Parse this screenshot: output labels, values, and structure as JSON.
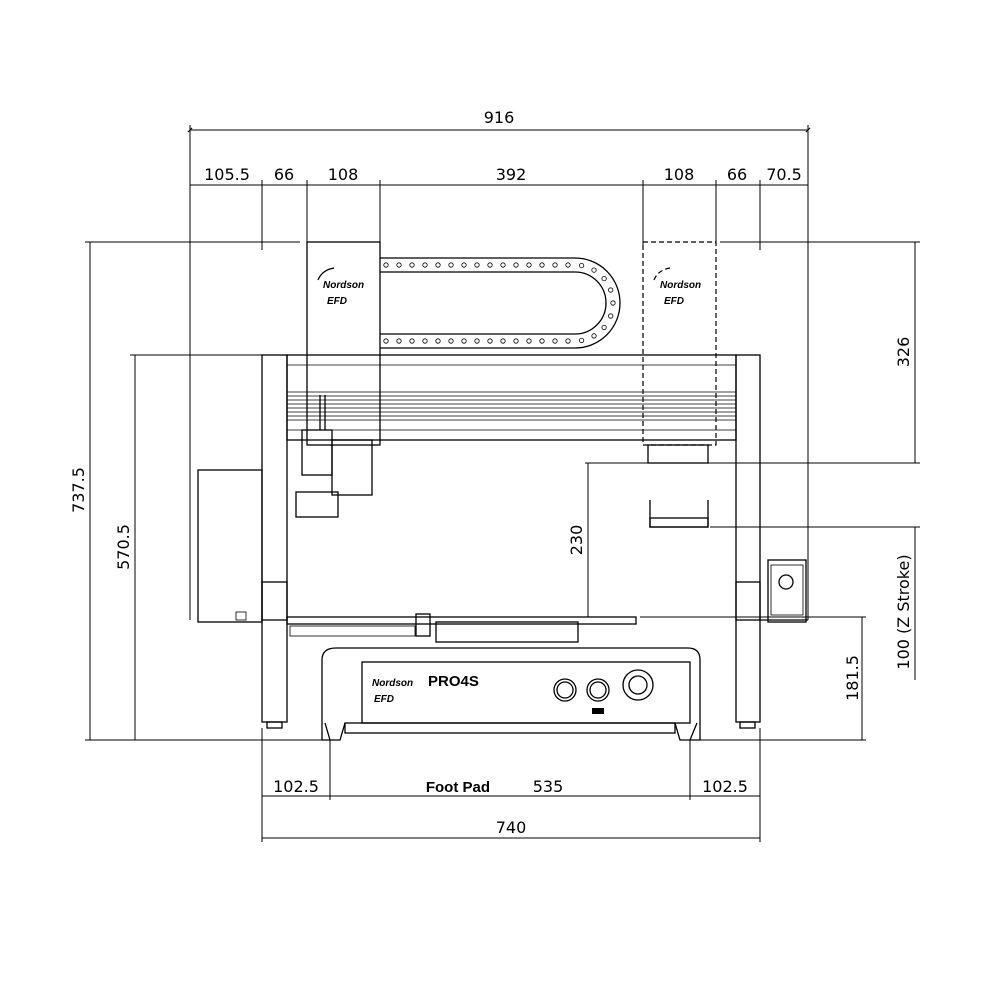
{
  "drawing": {
    "dimensions": {
      "overall_width": "916",
      "segments": [
        "105.5",
        "66",
        "108",
        "392",
        "108",
        "66",
        "70.5"
      ],
      "overall_height": "737.5",
      "frame_height": "570.5",
      "head_travel_height": "326",
      "dispense_height": "230",
      "z_stroke": "100 (Z Stroke)",
      "table_height": "181.5",
      "bottom_left": "102.5",
      "foot_pad_label": "Foot Pad",
      "foot_pad": "535",
      "bottom_right": "102.5",
      "base_width": "740"
    },
    "labels": {
      "brand": "Nordson",
      "brand_sub": "EFD",
      "model": "PRO4S"
    }
  }
}
